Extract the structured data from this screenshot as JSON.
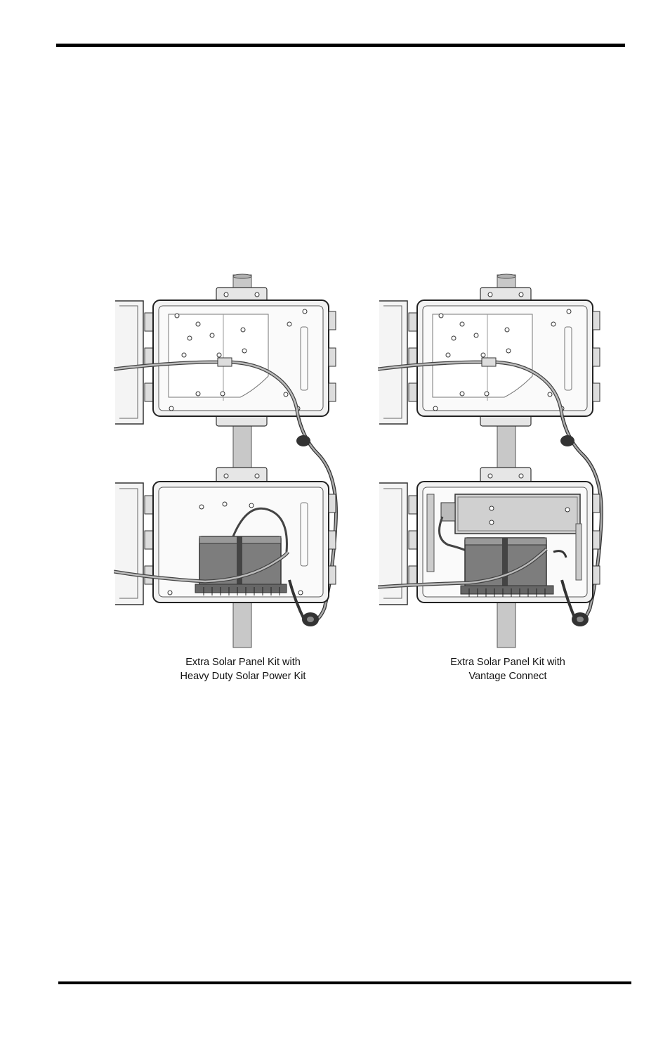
{
  "figures": [
    {
      "id": "heavy-duty",
      "caption_line1": "Extra Solar Panel Kit with",
      "caption_line2": "Heavy Duty Solar Power Kit"
    },
    {
      "id": "vantage-connect",
      "caption_line1": "Extra Solar Panel Kit with",
      "caption_line2": "Vantage Connect"
    }
  ]
}
